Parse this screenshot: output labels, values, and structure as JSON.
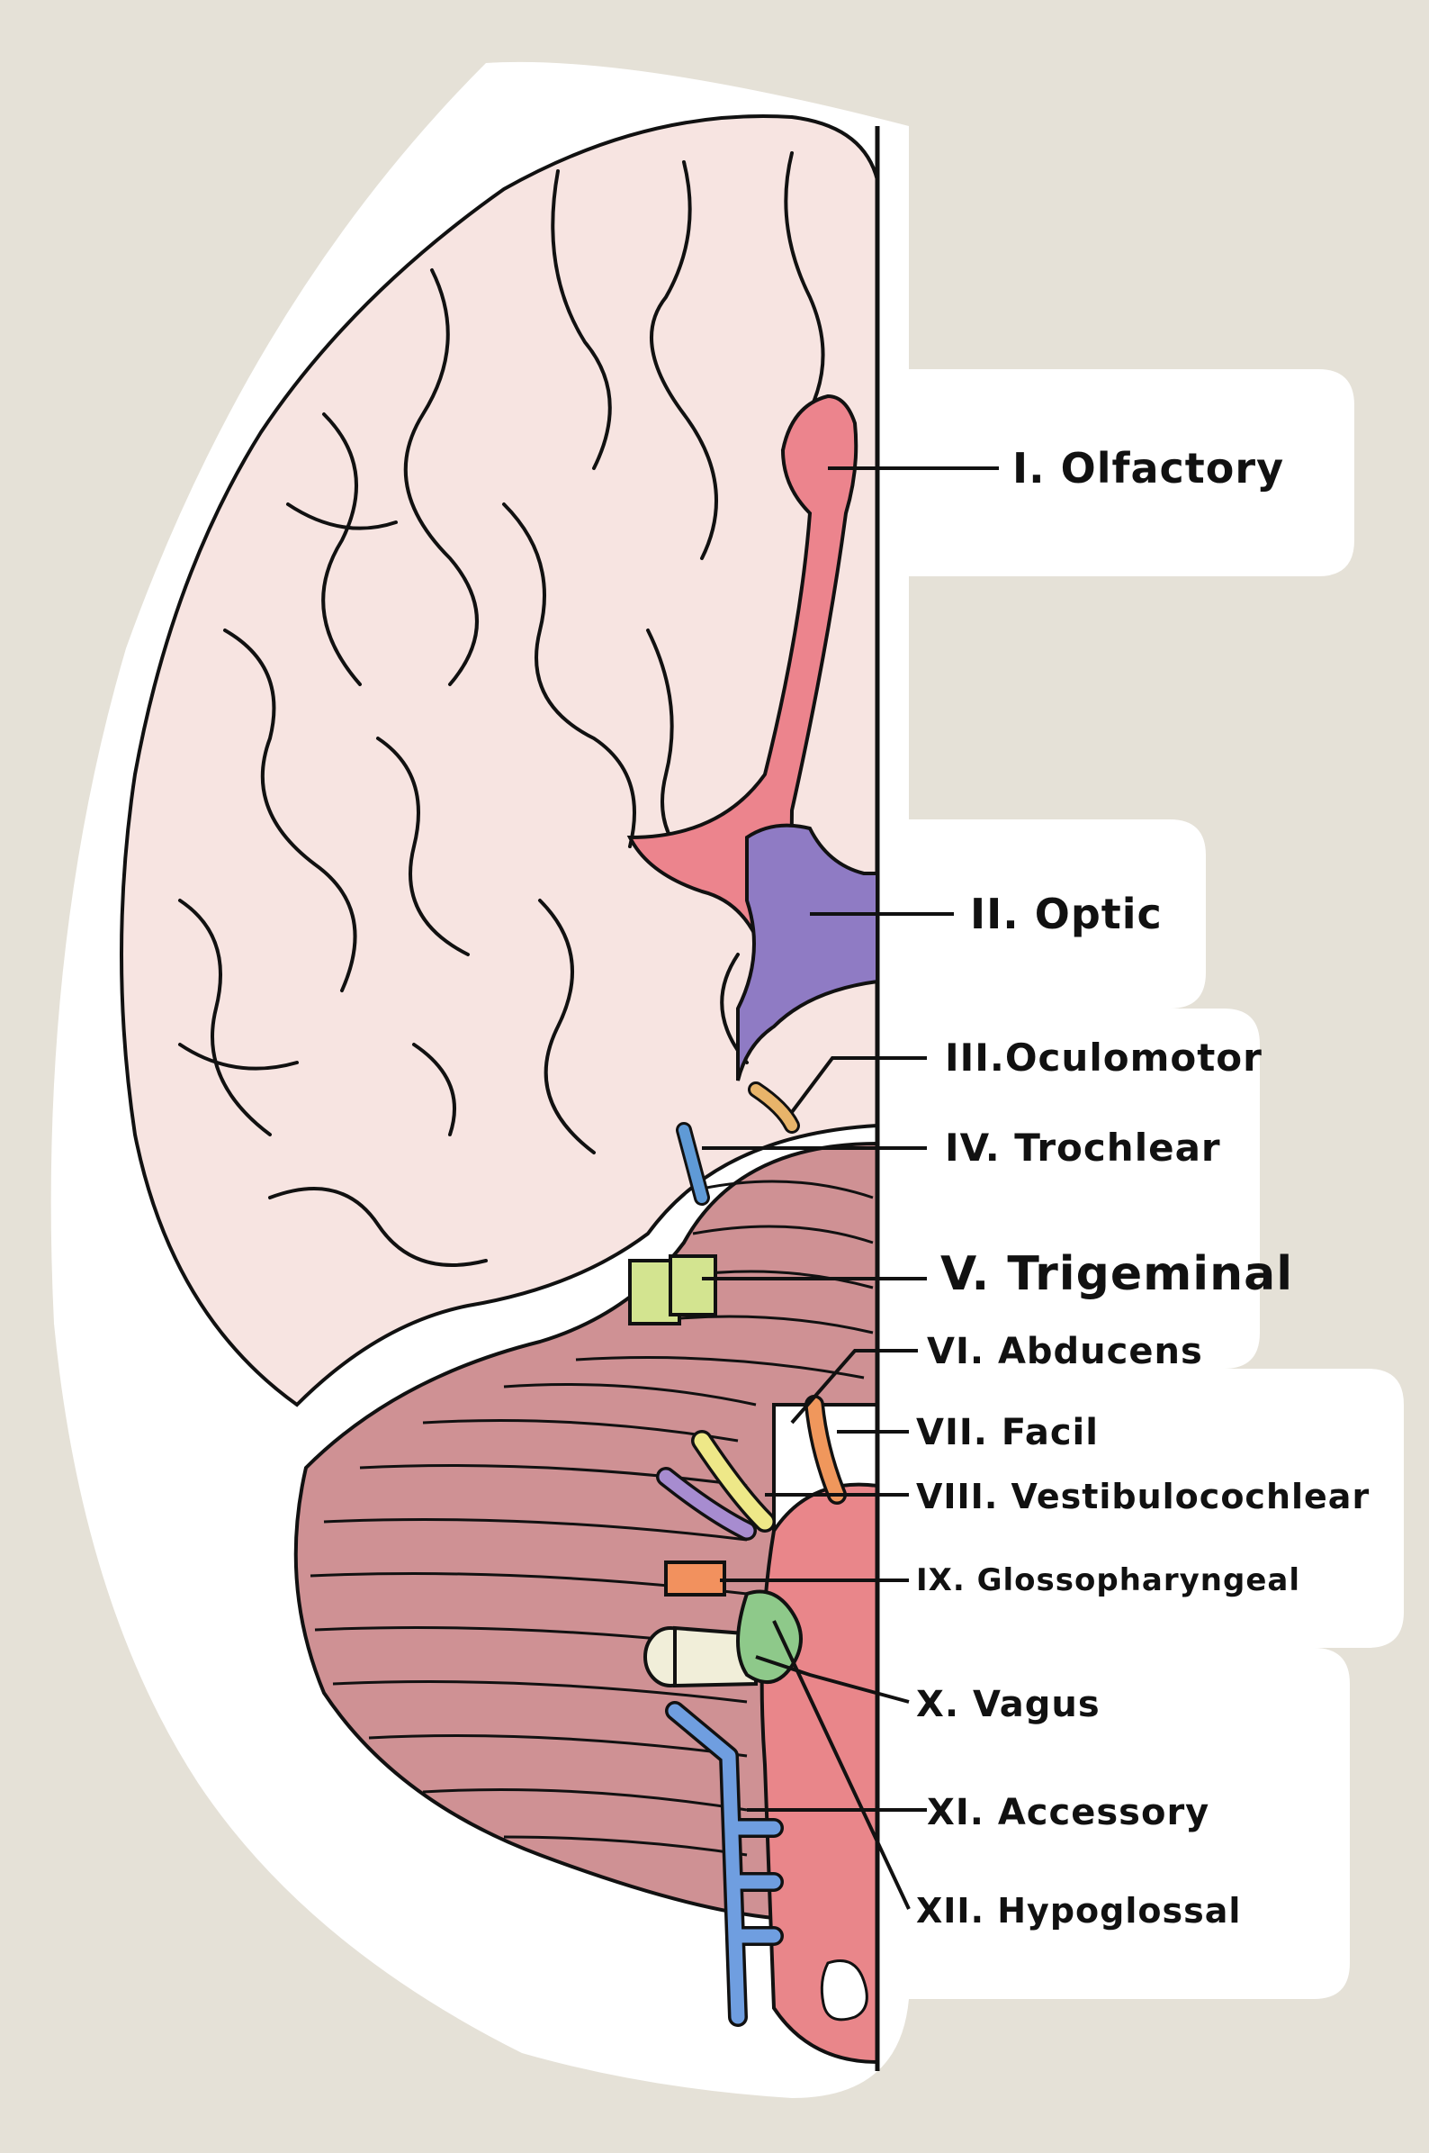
{
  "background_color": "#e5e1d7",
  "sticker_color": "#ffffff",
  "brain_fill": "#f7e4e1",
  "cerebellum_fill": "#cf9194",
  "brainstem_fill": "#e9868a",
  "outline_color": "#111111",
  "nerves": [
    {
      "label": "I. Olfactory",
      "color": "#ec848d"
    },
    {
      "label": "II. Optic",
      "color": "#8f7bc4"
    },
    {
      "label": "III.Oculomotor",
      "color": "#e8b46a"
    },
    {
      "label": "IV. Trochlear",
      "color": "#5f9ad6"
    },
    {
      "label": "V. Trigeminal",
      "color": "#d3e490"
    },
    {
      "label": "VI. Abducens",
      "color": "#e8b46a"
    },
    {
      "label": "VII. Facil",
      "color": "#f0975c"
    },
    {
      "label": "VIII. Vestibulocochlear",
      "color": "#eee888"
    },
    {
      "label": "IX. Glossopharyngeal",
      "color": "#f2915e"
    },
    {
      "label": "X. Vagus",
      "color": "#f1eed9"
    },
    {
      "label": "XI. Accessory",
      "color": "#6f9ee0"
    },
    {
      "label": "XII. Hypoglossal",
      "color": "#8ec98a"
    }
  ]
}
